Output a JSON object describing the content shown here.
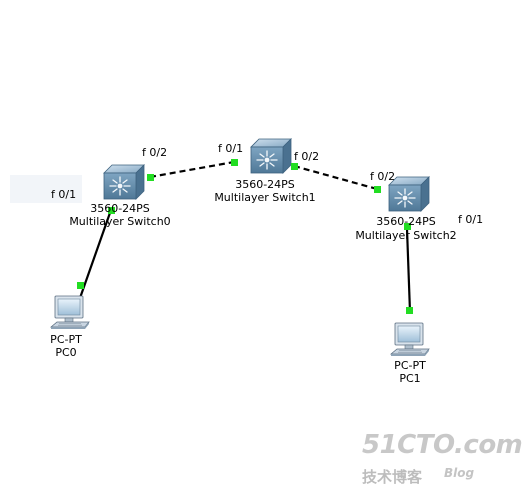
{
  "devices": {
    "switch0": {
      "model": "3560-24PS",
      "name": "Multilayer Switch0",
      "port_a": "f 0/2",
      "port_b": "f 0/1",
      "icon": "multilayer-switch-icon"
    },
    "switch1": {
      "model": "3560-24PS",
      "name": "Multilayer Switch1",
      "port_a": "f 0/1",
      "port_b": "f 0/2",
      "icon": "multilayer-switch-icon"
    },
    "switch2": {
      "model": "3560-24PS",
      "name": "Multilayer Switch2",
      "port_a": "f 0/2",
      "port_b": "f 0/1",
      "icon": "multilayer-switch-icon"
    },
    "pc0": {
      "model": "PC-PT",
      "name": "PC0",
      "icon": "pc-icon"
    },
    "pc1": {
      "model": "PC-PT",
      "name": "PC1",
      "icon": "pc-icon"
    }
  },
  "links": [
    {
      "from": "switch0",
      "to": "switch1",
      "style": "dashed"
    },
    {
      "from": "switch1",
      "to": "switch2",
      "style": "dashed"
    },
    {
      "from": "switch0",
      "to": "pc0",
      "style": "solid"
    },
    {
      "from": "switch2",
      "to": "pc1",
      "style": "solid"
    }
  ],
  "watermark": {
    "brand": "51CTO.com",
    "subtitle": "技术博客",
    "blog": "Blog"
  },
  "colors": {
    "link": "#000000",
    "port_up": "#22dd22",
    "switch_body": "#6d96b4",
    "watermark": "#c8c8c8"
  }
}
